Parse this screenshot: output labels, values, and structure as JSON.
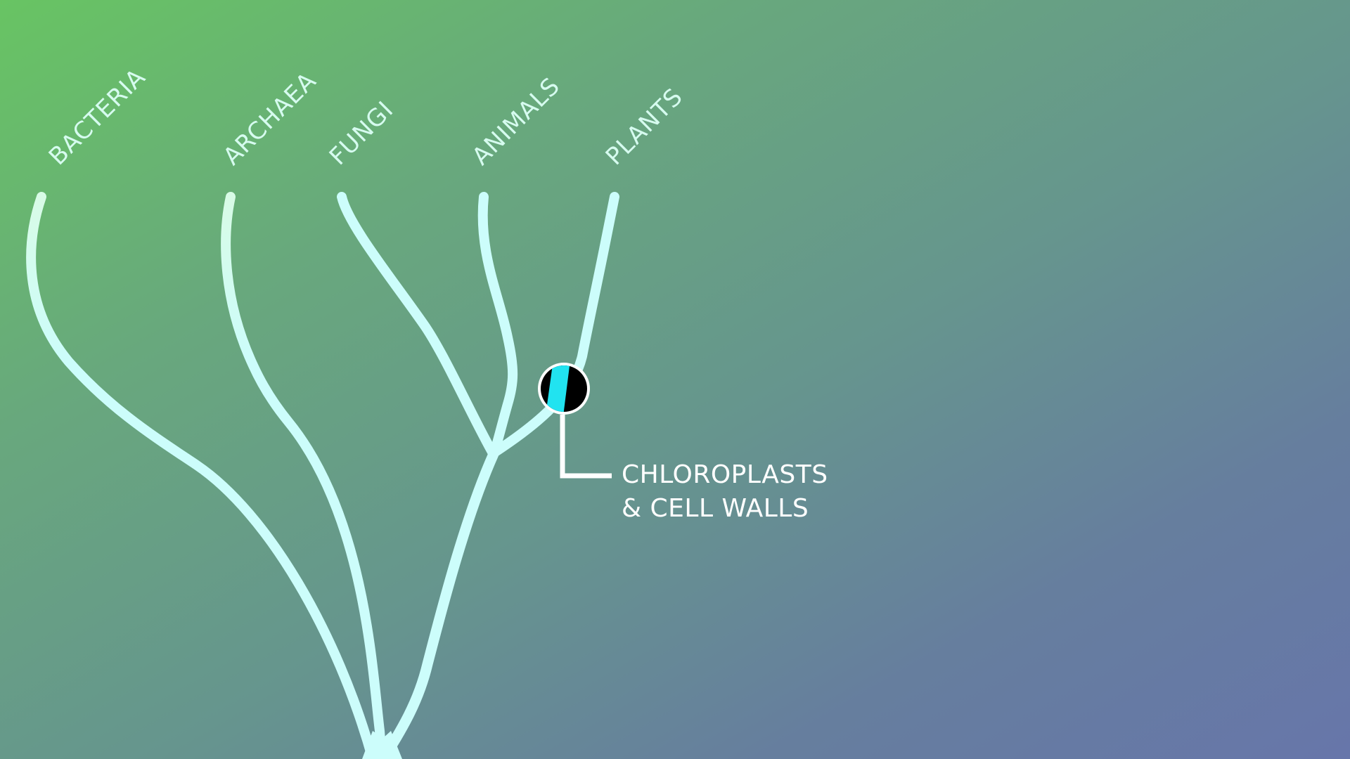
{
  "tree": {
    "clades": [
      {
        "id": "bacteria",
        "label": "BACTERIA"
      },
      {
        "id": "archaea",
        "label": "ARCHAEA"
      },
      {
        "id": "fungi",
        "label": "FUNGI"
      },
      {
        "id": "animals",
        "label": "ANIMALS"
      },
      {
        "id": "plants",
        "label": "PLANTS"
      }
    ],
    "annotation": {
      "line1": "CHLOROPLASTS",
      "line2": "& CELL WALLS"
    }
  },
  "colors": {
    "branch": "#ccfdfb",
    "branch_tip_green": "#d8fbe6",
    "label": "#d6fbef",
    "marker_fill": "#000000",
    "marker_stripe": "#21e3f0",
    "marker_ring": "#ffffff",
    "callout": "#ffffff"
  }
}
